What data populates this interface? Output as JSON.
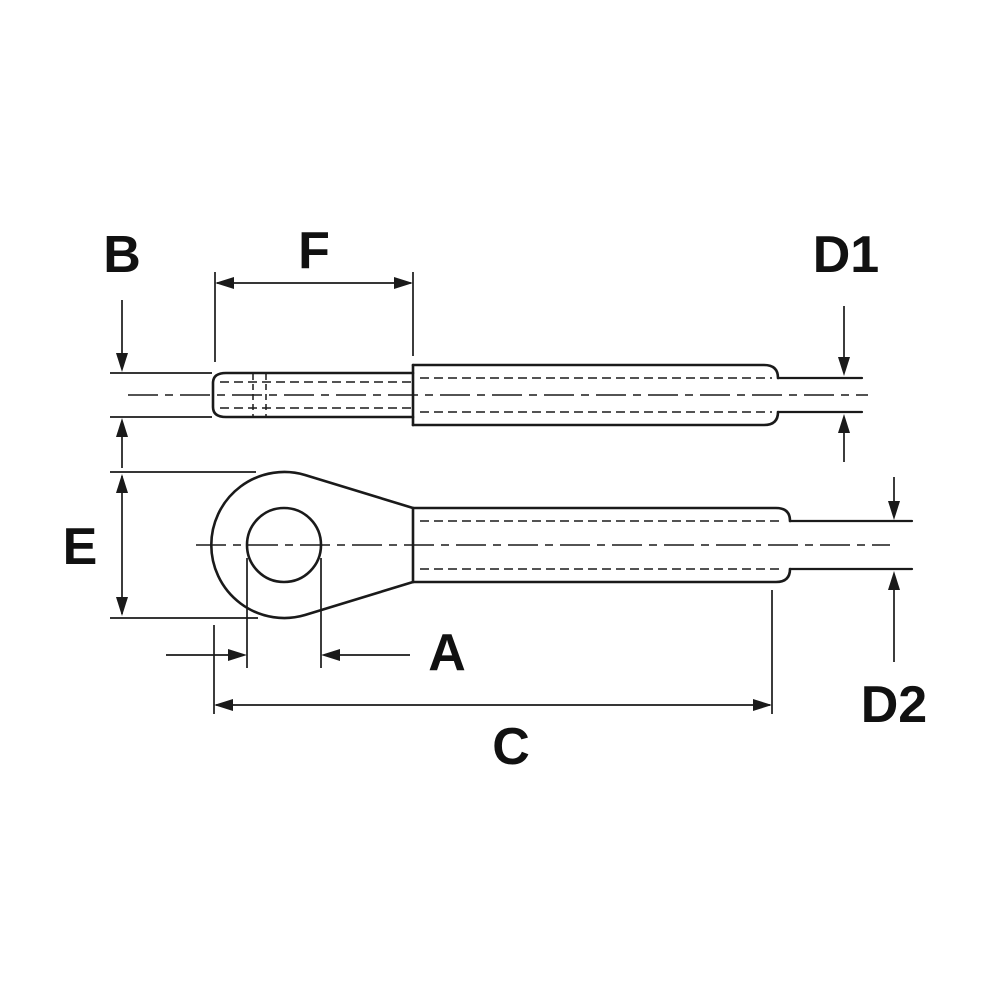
{
  "diagram": {
    "description": "Technical dimension drawing of a threaded swage stud terminal (top view) and a swage eye terminal (bottom view)",
    "background_color": "#ffffff",
    "line_color": "#1a1a1a",
    "dimension_labels": {
      "b": "B",
      "f": "F",
      "d1": "D1",
      "e": "E",
      "a": "A",
      "c": "C",
      "d2": "D2"
    }
  }
}
